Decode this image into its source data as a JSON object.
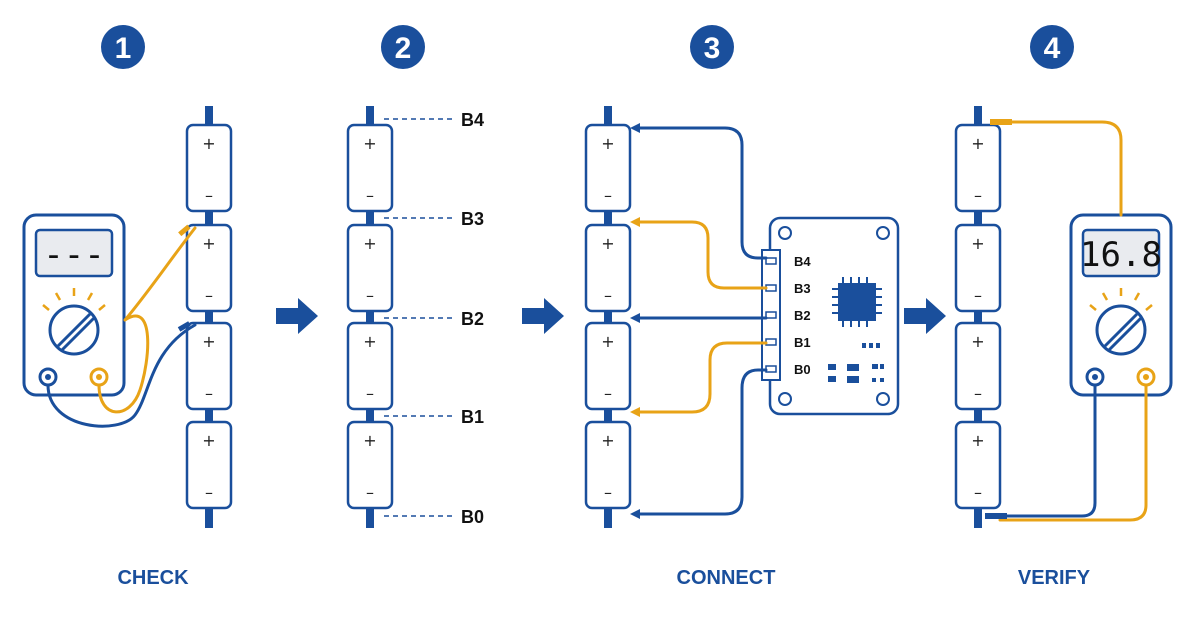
{
  "steps": [
    {
      "number": "1",
      "caption": "CHECK"
    },
    {
      "number": "2",
      "caption": ""
    },
    {
      "number": "3",
      "caption": "CONNECT"
    },
    {
      "number": "4",
      "caption": "VERIFY"
    }
  ],
  "cell_signs": {
    "positive": "+",
    "negative": "–"
  },
  "tap_labels": [
    "B4",
    "B3",
    "B2",
    "B1",
    "B0"
  ],
  "bms_pins": [
    "B4",
    "B3",
    "B2",
    "B1",
    "B0"
  ],
  "meter_check_display": "---",
  "meter_verify_display": "16.8",
  "colors": {
    "primary_blue": "#1a4f9c",
    "probe_orange": "#e8a317"
  },
  "icons": [
    "multimeter-icon",
    "arrow-right-icon",
    "bms-board-icon",
    "chip-icon"
  ]
}
